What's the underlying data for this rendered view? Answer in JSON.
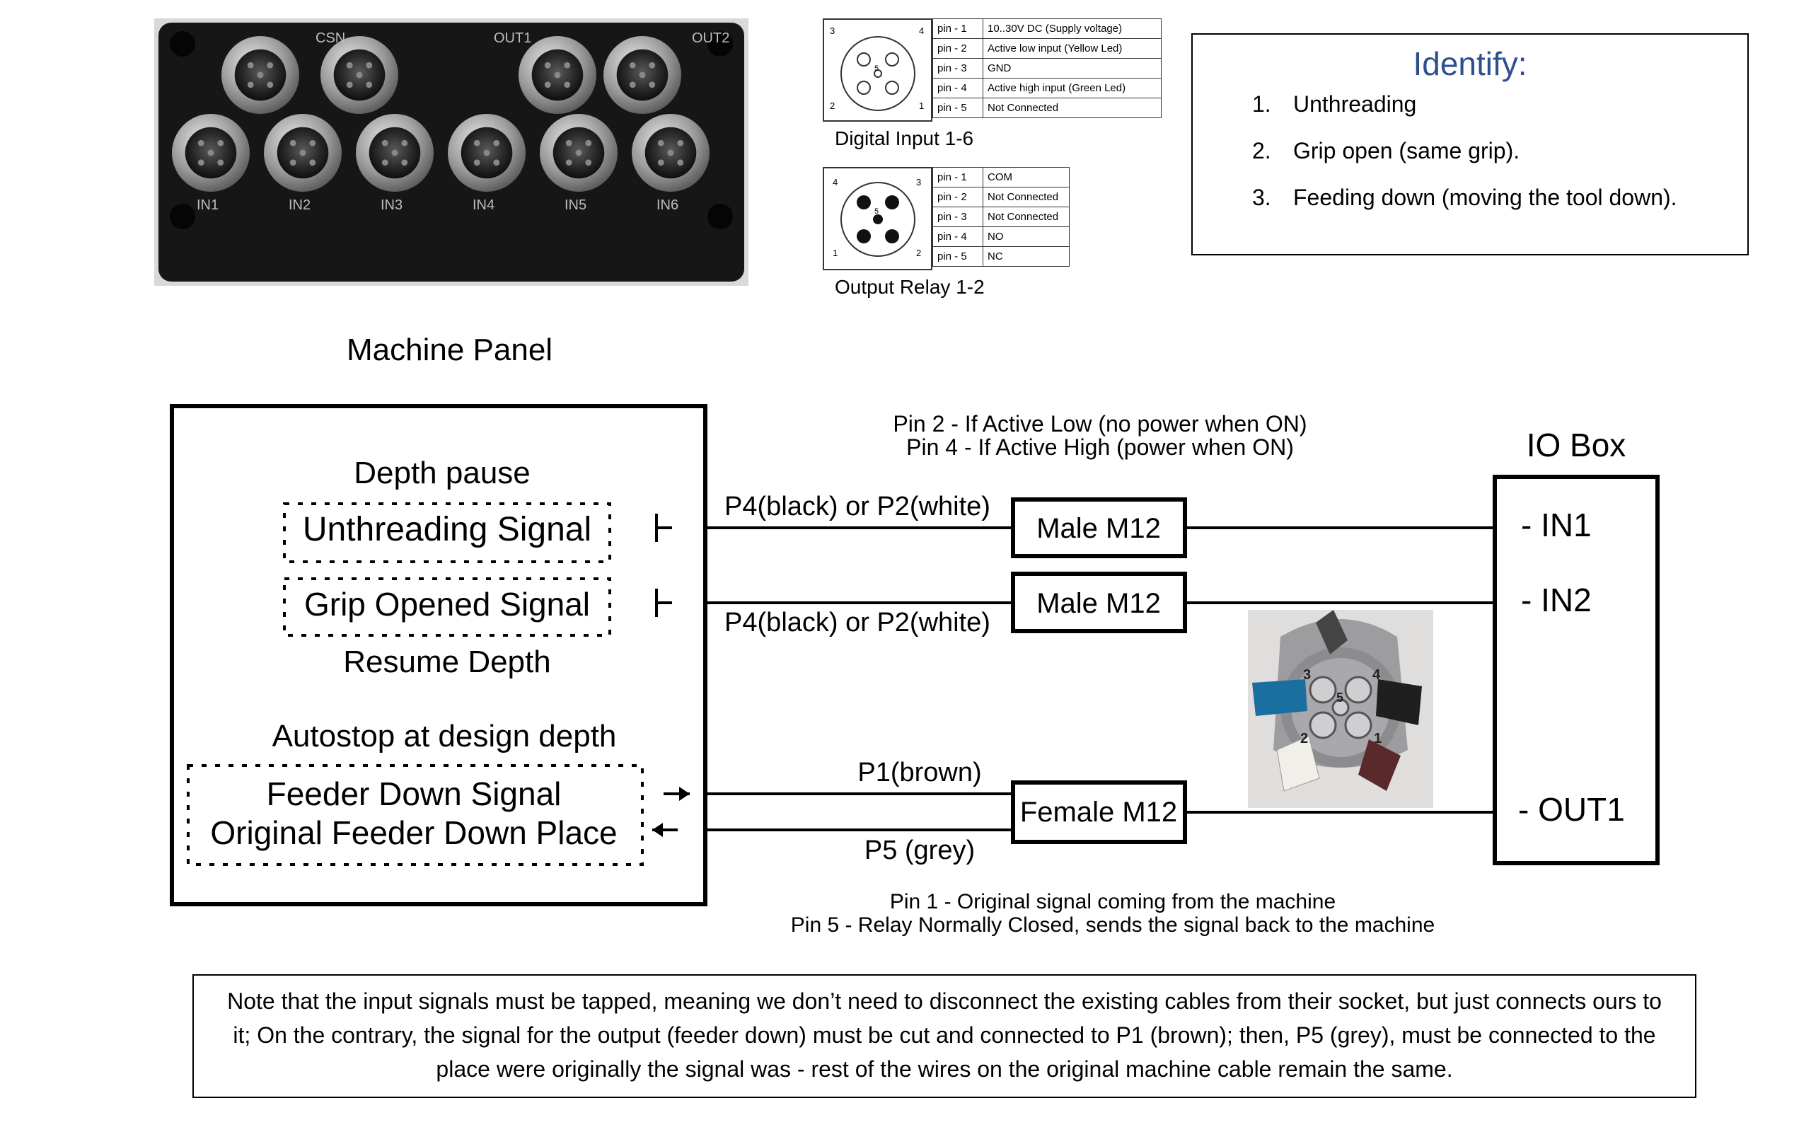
{
  "machine_panel": {
    "caption": "Machine Panel",
    "top_labels": [
      "CSN",
      "OUT1",
      "OUT2"
    ],
    "bottom_labels": [
      "IN1",
      "IN2",
      "IN3",
      "IN4",
      "IN5",
      "IN6"
    ]
  },
  "digital_input": {
    "caption": "Digital Input 1-6",
    "rows": [
      {
        "pin": "pin - 1",
        "desc": "10..30V DC (Supply voltage)"
      },
      {
        "pin": "pin - 2",
        "desc": "Active low input (Yellow Led)"
      },
      {
        "pin": "pin - 3",
        "desc": "GND"
      },
      {
        "pin": "pin - 4",
        "desc": "Active high input (Green Led)"
      },
      {
        "pin": "pin - 5",
        "desc": "Not Connected"
      }
    ],
    "connector_numbers": [
      "3",
      "4",
      "5",
      "2",
      "1"
    ]
  },
  "output_relay": {
    "caption": "Output Relay 1-2",
    "rows": [
      {
        "pin": "pin - 1",
        "desc": "COM"
      },
      {
        "pin": "pin - 2",
        "desc": "Not Connected"
      },
      {
        "pin": "pin - 3",
        "desc": "Not Connected"
      },
      {
        "pin": "pin - 4",
        "desc": "NO"
      },
      {
        "pin": "pin - 5",
        "desc": "NC"
      }
    ],
    "connector_numbers": [
      "4",
      "3",
      "5",
      "1",
      "2"
    ]
  },
  "identify": {
    "title": "Identify:",
    "items": [
      {
        "num": "1.",
        "text": "Unthreading"
      },
      {
        "num": "2.",
        "text": "Grip open (same grip)."
      },
      {
        "num": "3.",
        "text": "Feeding down (moving the tool down)."
      }
    ]
  },
  "machine": {
    "depth_pause": "Depth pause",
    "unthreading_signal": "Unthreading Signal",
    "grip_opened_signal": "Grip Opened Signal",
    "resume_depth": "Resume Depth",
    "autostop": "Autostop at design depth",
    "feeder_down_signal": "Feeder Down Signal",
    "original_feeder_place": "Original Feeder Down Place"
  },
  "pin_notes_top": {
    "line1": "Pin 2 - If Active Low (no power when ON)",
    "line2": "Pin 4 - If Active High (power when ON)"
  },
  "wires": {
    "w1": "P4(black) or P2(white)",
    "w2": "P4(black) or P2(white)",
    "w3": "P1(brown)",
    "w4": "P5 (grey)"
  },
  "connectors": {
    "c1": "Male M12",
    "c2": "Male M12",
    "c3": "Female M12"
  },
  "io_box": {
    "title": "IO Box",
    "in1": "- IN1",
    "in2": "- IN2",
    "out1": "- OUT1"
  },
  "photo_numbers": [
    "3",
    "4",
    "5",
    "2",
    "1"
  ],
  "pin_notes_bottom": {
    "line1": "Pin 1 - Original signal coming from the machine",
    "line2": "Pin 5 - Relay Normally Closed, sends the signal back to the machine"
  },
  "note": "Note that the input signals must be tapped, meaning we don’t need to disconnect the existing cables from their socket, but just connects ours to it; On the contrary, the signal for the output (feeder down) must be cut and connected to P1 (brown); then, P5 (grey), must be connected to the place were originally the signal was - rest of the wires on the original machine cable remain the same."
}
